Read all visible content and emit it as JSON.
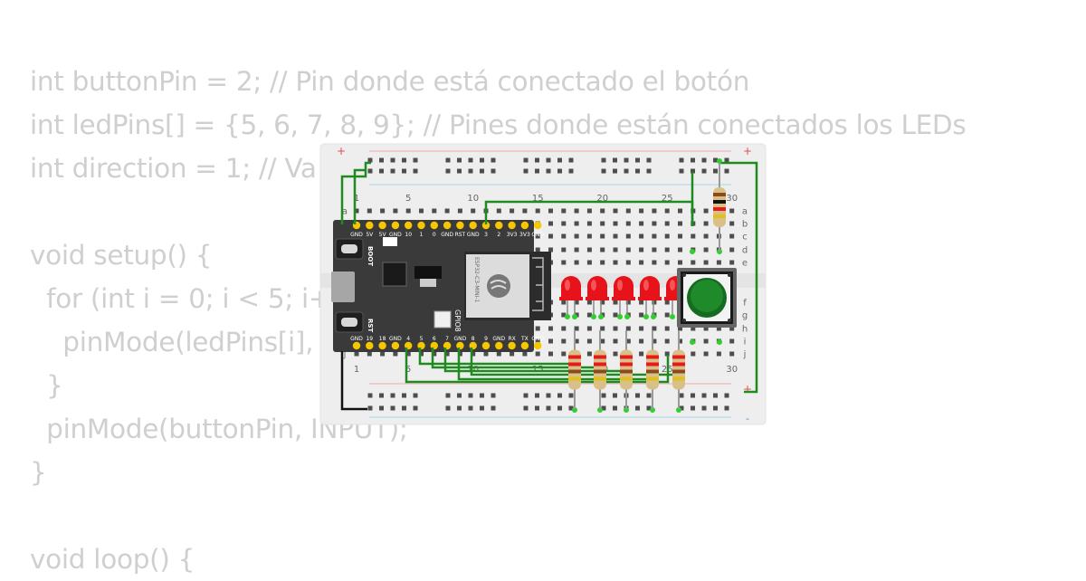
{
  "code": {
    "lines": [
      "int buttonPin = 2; // Pin donde está conectado el botón",
      "int ledPins[] = {5, 6, 7, 8, 9}; // Pines donde están conectados los LEDs",
      "int direction = 1; // Va",
      "",
      "void setup() {",
      "  for (int i = 0; i < 5; i++",
      "    pinMode(ledPins[i],",
      "  }",
      "  pinMode(buttonPin, INPUT);",
      "}",
      "",
      "void loop() {"
    ]
  },
  "breadboard": {
    "column_numbers": [
      "1",
      "5",
      "10",
      "15",
      "20",
      "25",
      "30"
    ],
    "row_letters_top": [
      "a",
      "b",
      "c",
      "d",
      "e"
    ],
    "row_letters_bottom": [
      "f",
      "g",
      "h",
      "i",
      "j"
    ],
    "rail_plus": "+",
    "rail_minus": "-"
  },
  "board": {
    "top_pins": [
      "GND",
      "5V",
      "5V",
      "GND",
      "10",
      "1",
      "0",
      "GND",
      "RST",
      "GND",
      "3",
      "2",
      "3V3",
      "3V3",
      "GND"
    ],
    "bottom_pins": [
      "GND",
      "19",
      "18",
      "GND",
      "4",
      "5",
      "6",
      "7",
      "GND",
      "8",
      "9",
      "GND",
      "RX",
      "TX",
      "GND"
    ],
    "boot_label": "BOOT",
    "rst_label": "RST",
    "gpio_label": "GPIO8",
    "module_label": "ESP32-C3-MINI-1"
  },
  "components": {
    "led_count": 5,
    "led_color": "#e8121a",
    "button_color": "#1e8a2a",
    "wire_color": "#1f8a1f"
  }
}
